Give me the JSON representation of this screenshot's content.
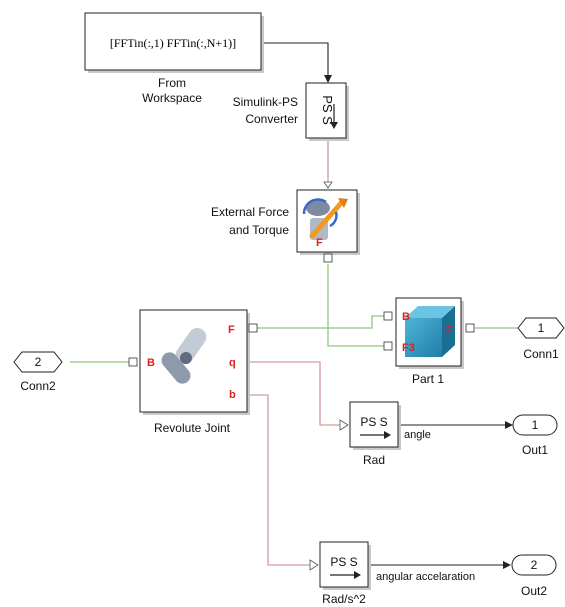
{
  "blocks": {
    "from_workspace": {
      "expression": "[FFTin(:,1) FFTin(:,N+1)]",
      "label_1": "From",
      "label_2": "Workspace"
    },
    "ps_converter": {
      "icon_text": "PS S",
      "label_1": "Simulink-PS",
      "label_2": "Converter"
    },
    "external_force": {
      "label_1": "External Force",
      "label_2": "and Torque",
      "port_f": "F"
    },
    "revolute_joint": {
      "label": "Revolute Joint",
      "port_b": "B",
      "port_f": "F",
      "port_q": "q",
      "port_b_out": "b"
    },
    "part1": {
      "label": "Part 1",
      "port_b": "B",
      "port_f3": "F3",
      "port_f": "F"
    },
    "rad": {
      "icon_text": "PS S",
      "label": "Rad"
    },
    "rad_s2": {
      "icon_text": "PS S",
      "label": "Rad/s^2"
    },
    "conn1": {
      "number": "1",
      "label": "Conn1"
    },
    "conn2": {
      "number": "2",
      "label": "Conn2"
    },
    "out1": {
      "number": "1",
      "label": "Out1"
    },
    "out2": {
      "number": "2",
      "label": "Out2"
    }
  },
  "signals": {
    "angle": "angle",
    "angular_acceleration": "angular accelaration"
  },
  "colors": {
    "physical_line": "#8fc87a",
    "ps_line": "#c9858a",
    "port_label": "#e0201a",
    "part_cube": "#2d8fb5",
    "joint_body": "#a8b3c2"
  }
}
